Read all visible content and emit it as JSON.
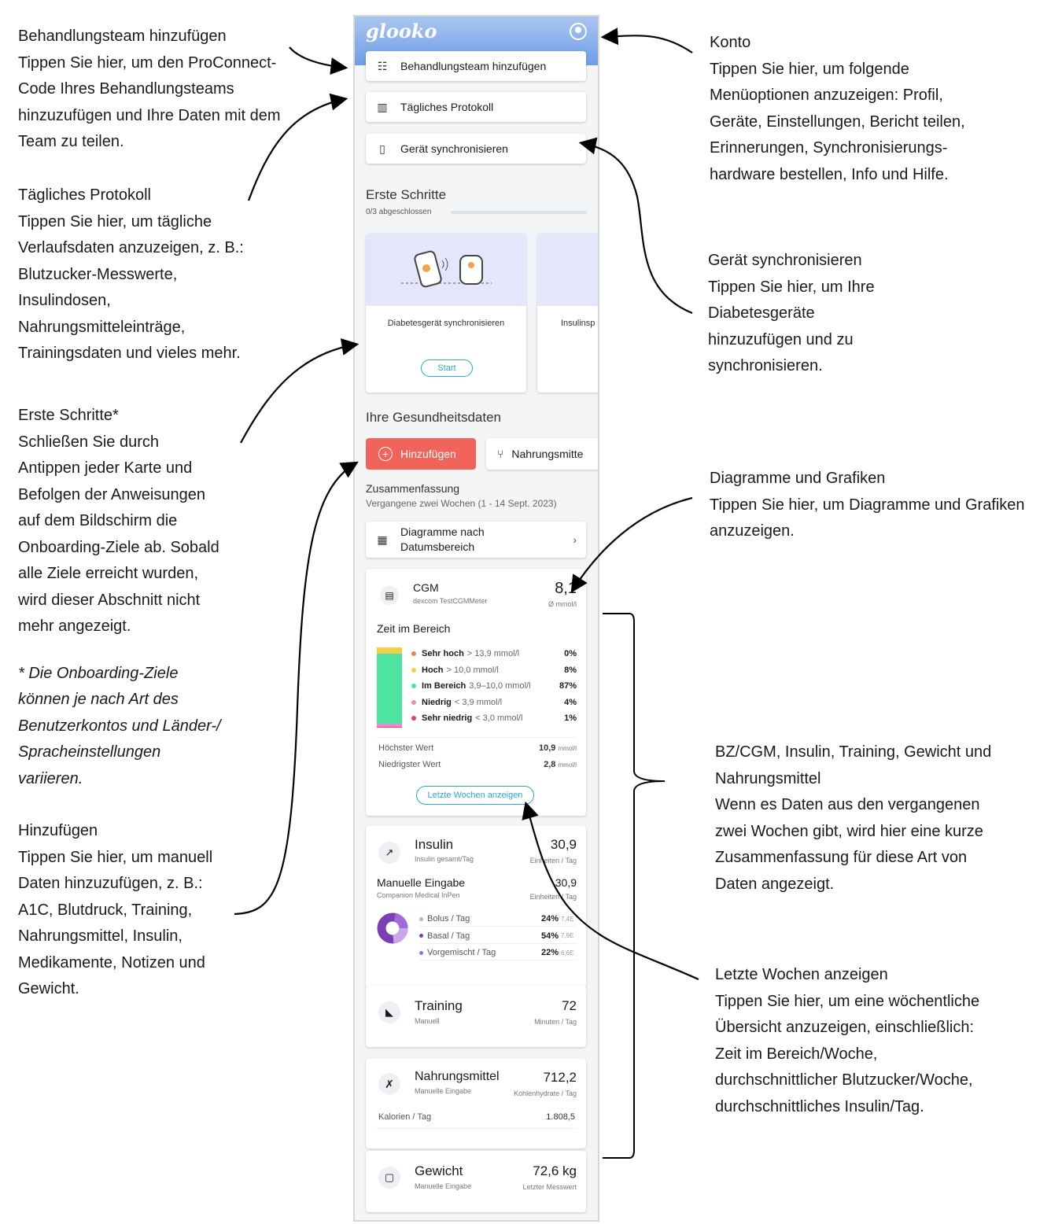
{
  "annotations": {
    "team": {
      "title": "Behandlungsteam hinzufügen",
      "lines": [
        "Tippen Sie hier, um den ProConnect-",
        "Code Ihres Behandlungsteams",
        "hinzuzufügen und Ihre Daten mit dem",
        "Team zu teilen."
      ]
    },
    "log": {
      "title": "Tägliches Protokoll",
      "lines": [
        "Tippen Sie hier, um tägliche",
        "Verlaufsdaten anzuzeigen, z. B.:",
        "Blutzucker-Messwerte,",
        "Insulindosen,",
        "Nahrungsmitteleinträge,",
        "Trainingsdaten und vieles mehr."
      ]
    },
    "first": {
      "title": "Erste Schritte*",
      "lines": [
        "Schließen Sie durch",
        "Antippen jeder Karte und",
        "Befolgen der Anweisungen",
        "auf dem Bildschirm die",
        "Onboarding-Ziele ab. Sobald",
        "alle Ziele erreicht wurden,",
        "wird dieser Abschnitt nicht",
        "mehr angezeigt."
      ],
      "note": [
        "* Die Onboarding-Ziele",
        "können je nach Art des",
        "Benutzerkontos und Länder-/",
        "Spracheinstellungen",
        "variieren."
      ]
    },
    "add": {
      "title": "Hinzufügen",
      "lines": [
        "Tippen Sie hier, um manuell",
        "Daten hinzuzufügen, z. B.:",
        "A1C, Blutdruck, Training,",
        "Nahrungsmittel, Insulin,",
        "Medikamente, Notizen und",
        "Gewicht."
      ]
    },
    "konto": {
      "title": "Konto",
      "lines": [
        "Tippen Sie hier, um folgende",
        "Menüoptionen anzuzeigen: Profil,",
        "Geräte, Einstellungen, Bericht teilen,",
        "Erinnerungen, Synchronisierungs-",
        "hardware bestellen, Info und Hilfe."
      ]
    },
    "sync": {
      "title": "Gerät synchronisieren",
      "lines": [
        "Tippen Sie hier, um Ihre",
        "Diabetesgeräte",
        "hinzuzufügen und zu",
        "synchronisieren."
      ]
    },
    "charts": {
      "title": "Diagramme und Grafiken",
      "lines": [
        "Tippen Sie hier, um Diagramme und Grafiken",
        "anzuzeigen."
      ]
    },
    "bz": {
      "title": [
        "BZ/CGM, Insulin, Training, Gewicht und",
        "Nahrungsmittel"
      ],
      "lines": [
        "Wenn es Daten aus den vergangenen",
        "zwei Wochen gibt, wird hier eine kurze",
        "Zusammenfassung für diese Art von",
        "Daten angezeigt."
      ]
    },
    "weeks": {
      "title": "Letzte Wochen anzeigen",
      "lines": [
        "Tippen Sie hier, um eine wöchentliche",
        "Übersicht anzuzeigen, einschließlich:",
        "Zeit im Bereich/Woche,",
        "durchschnittlicher Blutzucker/Woche,",
        "durchschnittliches Insulin/Tag."
      ]
    }
  },
  "app": {
    "logo": "glooko",
    "buttons": {
      "team": "Behandlungsteam hinzufügen",
      "log": "Tägliches Protokoll",
      "sync": "Gerät synchronisieren"
    },
    "first_steps": {
      "title": "Erste Schritte",
      "progress_text": "0/3 abgeschlossen",
      "progress": 0,
      "card1_title": "Diabetesgerät synchronisieren",
      "card1_button": "Start",
      "card2_title": "Insulinsp"
    },
    "health": {
      "title": "Ihre Gesundheitsdaten",
      "add_button": "Hinzufügen",
      "food_tab": "Nahrungsmitte",
      "summary_title": "Zusammenfassung",
      "summary_range": "Vergangene zwei Wochen (1 - 14 Sept. 2023)",
      "charts_button_line1": "Diagramme nach",
      "charts_button_line2": "Datumsbereich"
    },
    "cgm": {
      "title": "CGM",
      "sub": "dexcom TestCGMMeter",
      "value": "8,1",
      "unit": "Ø mmol/l",
      "tir_title": "Zeit im Bereich",
      "ranges": [
        {
          "name": "Sehr hoch",
          "range": "> 13,9 mmol/l",
          "pct": "0%",
          "color": "#e8845a",
          "frac": 0.0
        },
        {
          "name": "Hoch",
          "range": "> 10,0 mmol/l",
          "pct": "8%",
          "color": "#f2cf4a",
          "frac": 0.08
        },
        {
          "name": "Im Bereich",
          "range": "3,9–10,0 mmol/l",
          "pct": "87%",
          "color": "#4fe3a1",
          "frac": 0.87
        },
        {
          "name": "Niedrig",
          "range": "< 3,9 mmol/l",
          "pct": "4%",
          "color": "#f08ac8",
          "frac": 0.04
        },
        {
          "name": "Sehr niedrig",
          "range": "< 3,0 mmol/l",
          "pct": "1%",
          "color": "#e0435a",
          "frac": 0.01
        }
      ],
      "max_label": "Höchster Wert",
      "max_value": "10,9",
      "min_label": "Niedrigster Wert",
      "min_value": "2,8",
      "mmol": "mmol/l",
      "weeks_button": "Letzte Wochen anzeigen"
    },
    "insulin": {
      "title": "Insulin",
      "sub": "Insulin gesamt/Tag",
      "value": "30,9",
      "unit": "Einheiten / Tag",
      "manual_title": "Manuelle Eingabe",
      "manual_sub": "Companion Medical InPen",
      "manual_value": "30,9",
      "manual_unit": "Einheiten / Tag",
      "rows": [
        {
          "name": "Bolus / Tag",
          "pct": "24%",
          "units": "7,4E",
          "color": "#c9a5ea"
        },
        {
          "name": "Basal / Tag",
          "pct": "54%",
          "units": "7,9E",
          "color": "#7b3fb5"
        },
        {
          "name": "Vorgemischt / Tag",
          "pct": "22%",
          "units": "6,6E",
          "color": "#a06ad8"
        }
      ]
    },
    "training": {
      "title": "Training",
      "sub": "Manuell",
      "value": "72",
      "unit": "Minuten / Tag"
    },
    "food": {
      "title": "Nahrungsmittel",
      "sub": "Manuelle Eingabe",
      "value": "712,2",
      "unit": "Kohlenhydrate / Tag",
      "cal_label": "Kalorien / Tag",
      "cal_value": "1.808,5"
    },
    "weight": {
      "title": "Gewicht",
      "sub": "Manuelle Eingabe",
      "value": "72,6 kg",
      "unit": "Letzter Messwert"
    }
  },
  "colors": {
    "accent": "#f0645a",
    "link": "#2aa7c9",
    "header": "#7aa3e8"
  }
}
